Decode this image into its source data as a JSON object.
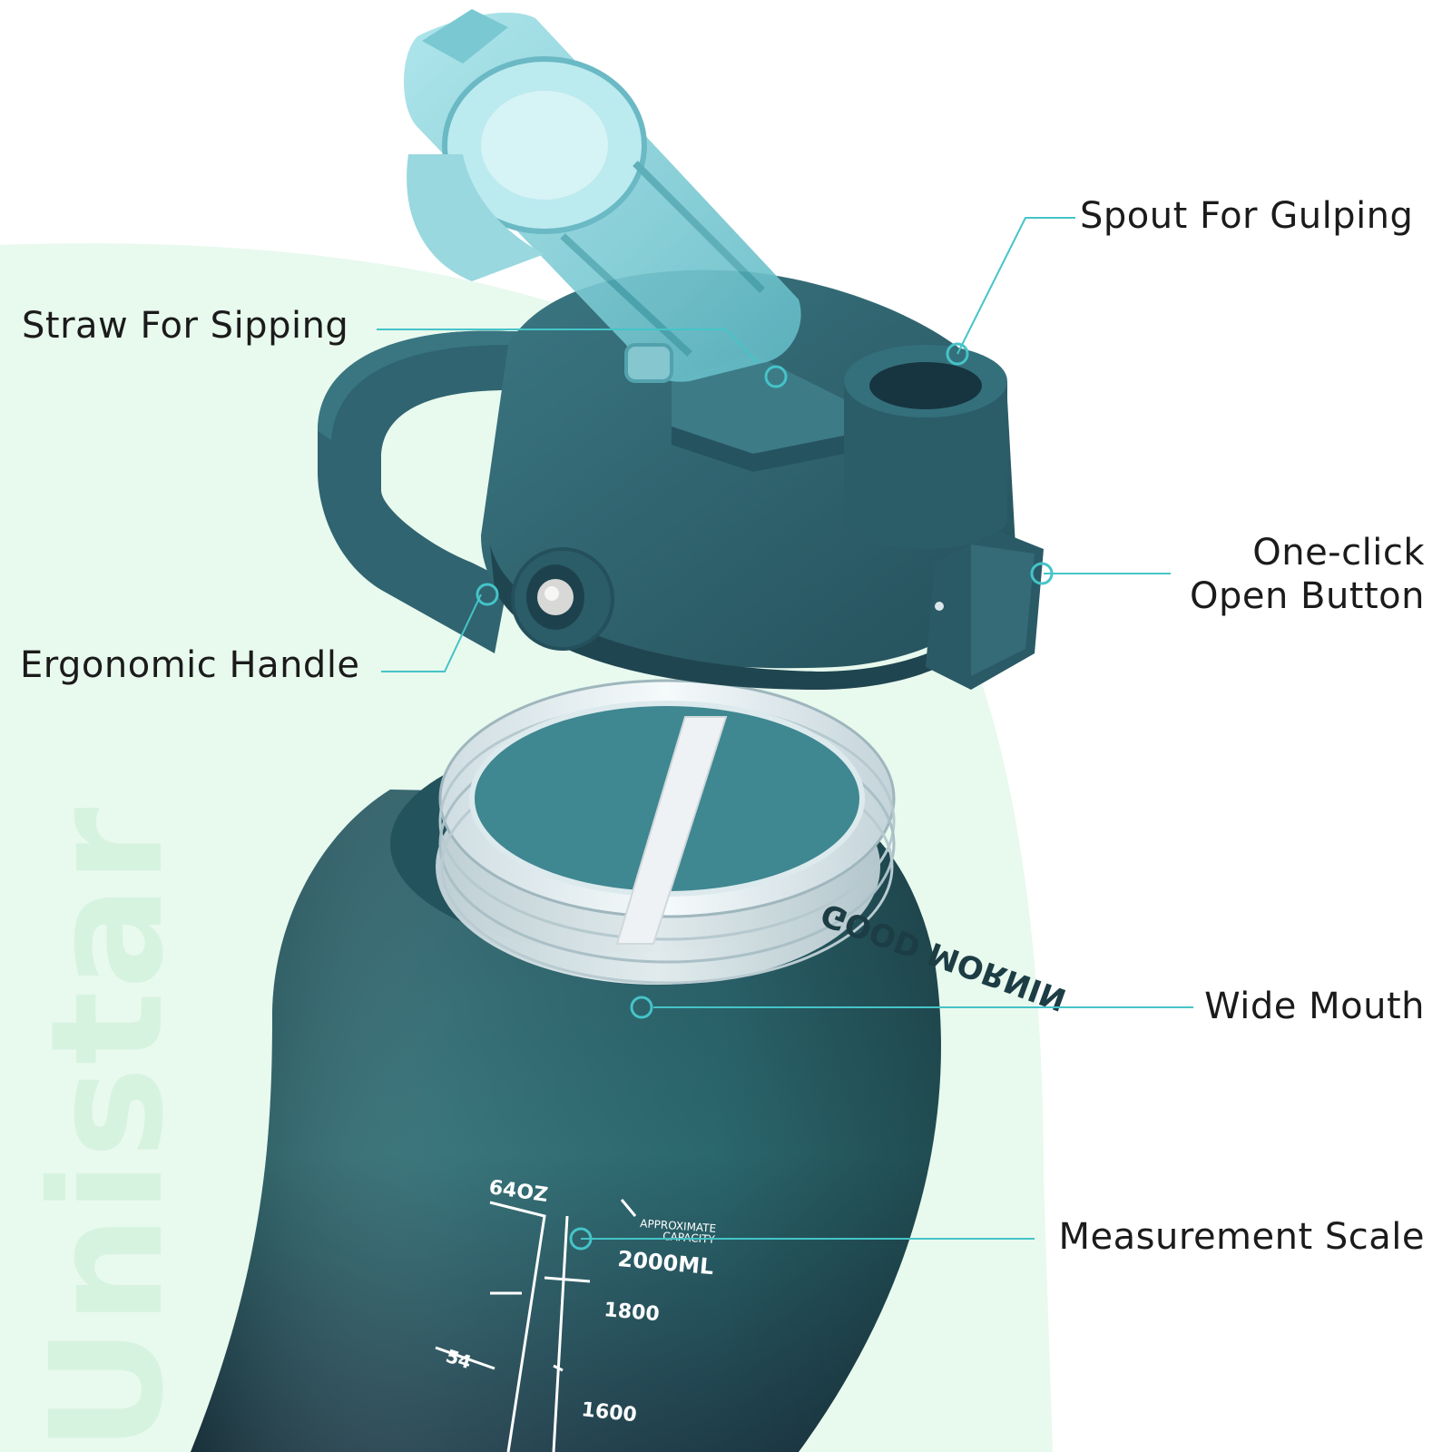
{
  "brand": "Unistar",
  "colors": {
    "background_blob": "#e8f9ee",
    "bottle": "#2c5f69",
    "lid": "#2f6470",
    "callout_line": "#45c4c8",
    "label_text": "#1b1b1b"
  },
  "callouts": {
    "spout": "Spout For Gulping",
    "straw": "Straw For Sipping",
    "button_line1": "One-click",
    "button_line2": "Open Button",
    "handle": "Ergonomic Handle",
    "mouth": "Wide Mouth",
    "scale": "Measurement Scale"
  },
  "bottle_text": {
    "oz_64": "64OZ",
    "approx_line1": "APPROXIMATE",
    "approx_line2": "CAPACITY",
    "ml_2000": "2000ML",
    "ml_1800": "1800",
    "oz_54": "54",
    "ml_1600": "1600",
    "inner_text": "GOOD MORNIN"
  }
}
